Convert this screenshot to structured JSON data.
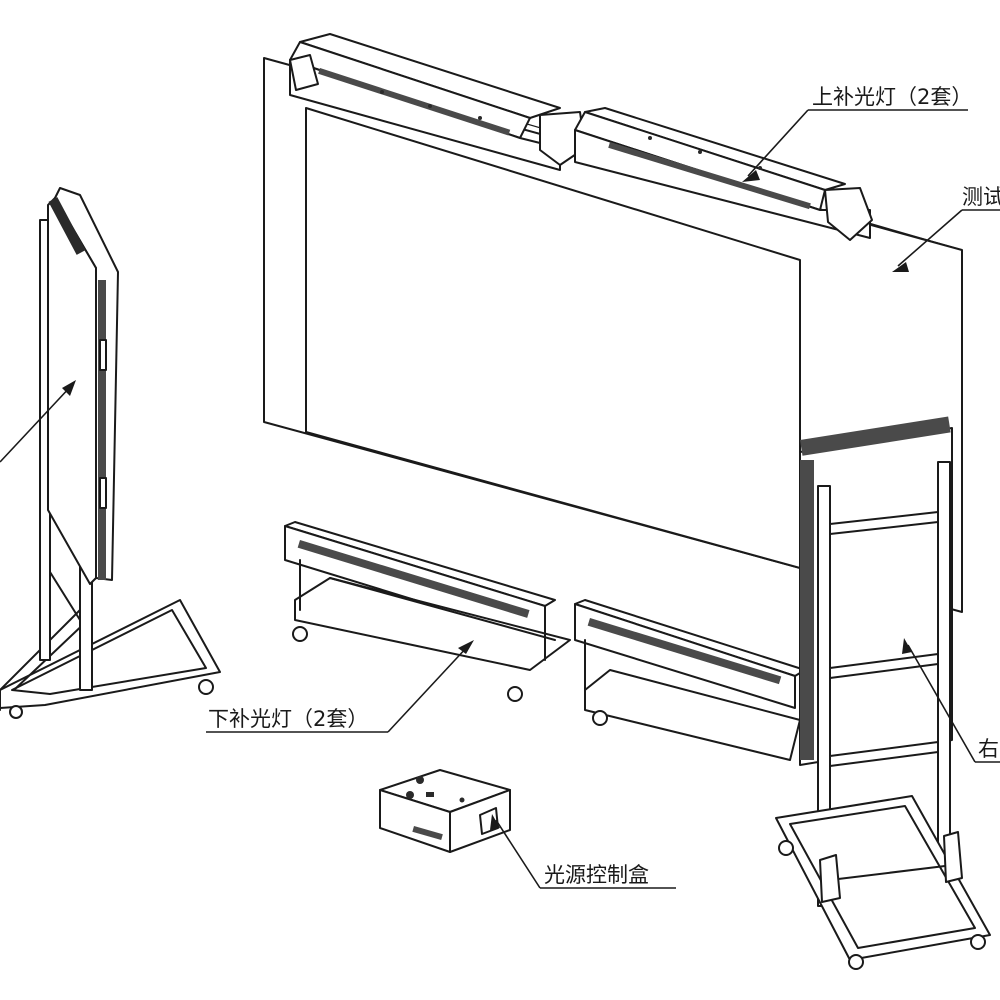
{
  "labels": {
    "top_light": "上补光灯（2套）",
    "test_chart": "测试",
    "bottom_light": "下补光灯（2套）",
    "control_box": "光源控制盒",
    "right_stand": "右"
  }
}
